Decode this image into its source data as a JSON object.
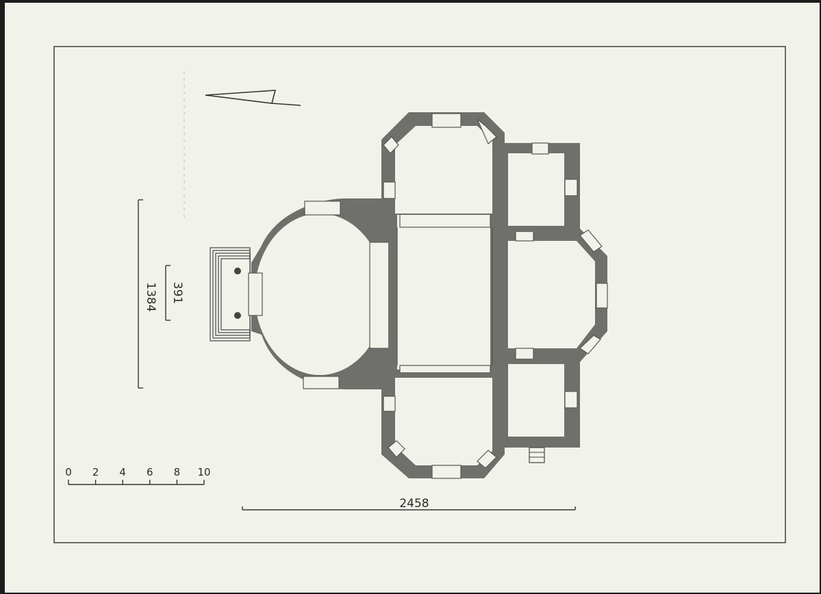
{
  "drawing": {
    "scale_bar": {
      "ticks": [
        "0",
        "2",
        "4",
        "6",
        "8",
        "10"
      ]
    },
    "dimensions": {
      "overall_width": "2458",
      "overall_height": "1384",
      "porch_width": "391"
    }
  },
  "colors": {
    "paper": "#f1f2ea",
    "walls": "#6f706c",
    "lines": "#333333"
  },
  "icons": [
    "north-arrow-icon"
  ]
}
